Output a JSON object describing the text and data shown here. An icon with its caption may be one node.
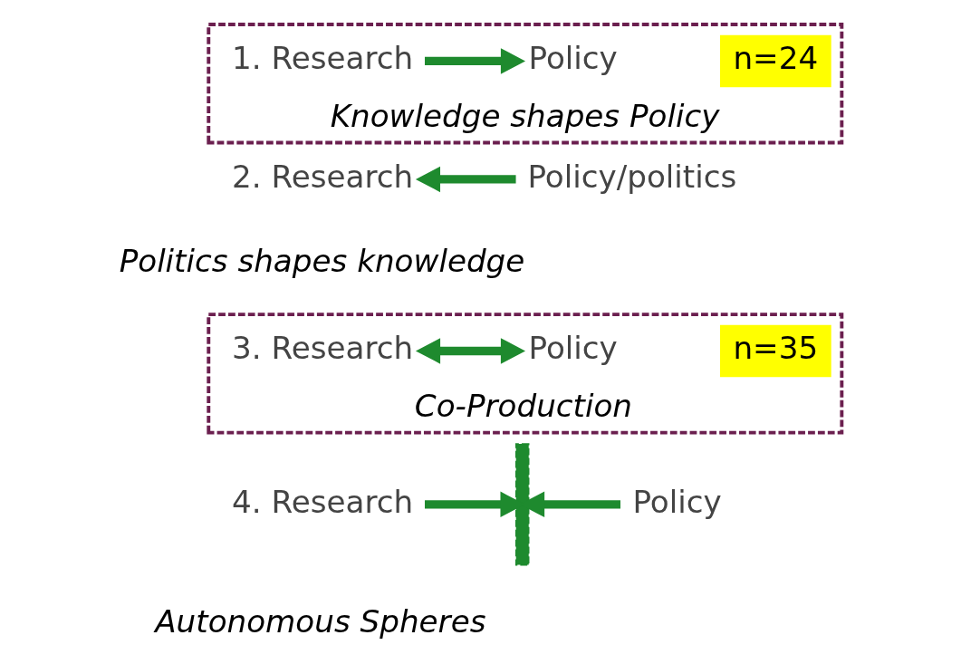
{
  "diagram": {
    "nodes": [
      {
        "text": [
          "Knowledge shapes Policy"
        ]
      },
      {
        "text": [
          "1. Research"
        ],
        "in": 0
      },
      {
        "text": [
          "Policy"
        ],
        "in": 0
      },
      {
        "text": [
          "n=24"
        ],
        "in": 0
      },
      {
        "text": [
          "2. Research"
        ]
      },
      {
        "text": [
          "Policy/politics"
        ]
      },
      {
        "text": [
          "Co-Production"
        ]
      },
      {
        "text": [
          "3. Research"
        ],
        "in": 6
      },
      {
        "text": [
          "Policy"
        ],
        "in": 6
      },
      {
        "text": [
          "n=35"
        ],
        "in": 6
      },
      {
        "text": [
          "4. Research"
        ]
      },
      {
        "text": [],
        "shape": "bar"
      },
      {
        "text": [
          "Policy"
        ]
      }
    ],
    "edges": [
      {
        "from": 1,
        "to": 2,
        "arrow": "to"
      },
      {
        "from": 5,
        "to": 4,
        "arrow": "to"
      },
      {
        "from": 7,
        "to": 8,
        "arrow": "both"
      },
      {
        "from": 10,
        "to": 11,
        "arrow": "to"
      },
      {
        "from": 12,
        "to": 11,
        "arrow": "to"
      }
    ],
    "labels": [
      "Politics shapes knowledge",
      "Autonomous Spheres"
    ]
  }
}
